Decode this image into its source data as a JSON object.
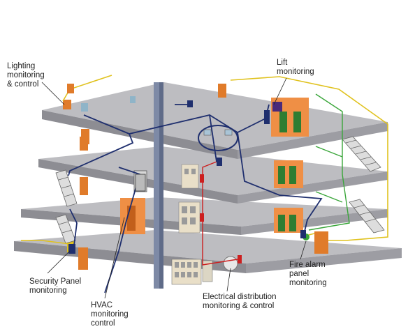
{
  "labels": {
    "lighting": [
      "Lighting",
      "monitoring",
      "& control"
    ],
    "lift": [
      "Lift",
      "monitoring"
    ],
    "security": [
      "Security Panel",
      "monitoring"
    ],
    "hvac": [
      "HVAC",
      "monitoring",
      "control"
    ],
    "electrical": [
      "Electrical distribution",
      "monitoring & control"
    ],
    "fire": [
      "Fire alarm",
      "panel",
      "monitoring"
    ]
  },
  "colors": {
    "floor_top": "#b9b9bd",
    "floor_side": "#8d8d93",
    "bms_network": "#1f2f6e",
    "lighting_network": "#e0c21e",
    "fire_network": "#3aa63a",
    "electrical_network": "#cc1f1f",
    "lift": "#e8893a",
    "door": "#e07b2a"
  }
}
